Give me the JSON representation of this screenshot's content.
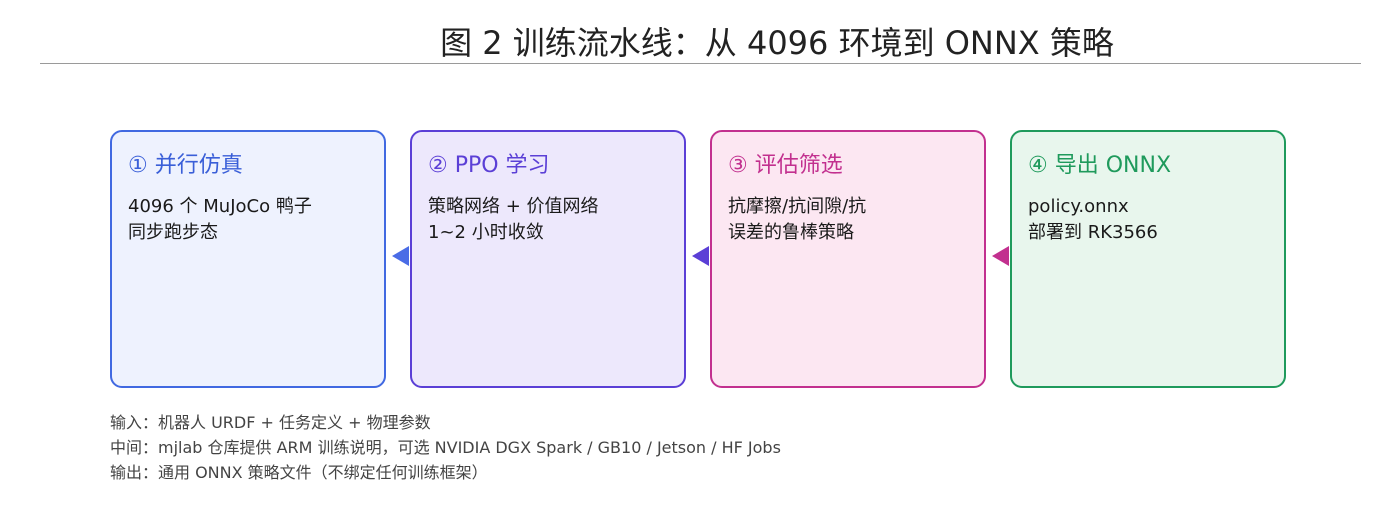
{
  "title": "图 2  训练流水线：从 4096 环境到 ONNX 策略",
  "stages": [
    {
      "title": "① 并行仿真",
      "lines": [
        "4096 个 MuJoCo 鸭子",
        "同步跑步态"
      ],
      "border": "#4169e1",
      "fill": "#eef2fe",
      "text": "#3a5fd8"
    },
    {
      "title": "② PPO 学习",
      "lines": [
        "策略网络 + 价值网络",
        "1~2 小时收敛"
      ],
      "border": "#5b3fd6",
      "fill": "#ede8fc",
      "text": "#5b3fd6"
    },
    {
      "title": "③ 评估筛选",
      "lines": [
        "抗摩擦/抗间隙/抗",
        "误差的鲁棒策略"
      ],
      "border": "#c2308f",
      "fill": "#fce7f2",
      "text": "#c2308f"
    },
    {
      "title": "④ 导出 ONNX",
      "lines": [
        "policy.onnx",
        "部署到 RK3566"
      ],
      "border": "#1f9a5c",
      "fill": "#e8f6ed",
      "text": "#1f9a5c"
    }
  ],
  "arrow_colors": [
    "#4a6ce6",
    "#5b3fd6",
    "#c2308f"
  ],
  "notes": [
    "输入：机器人 URDF + 任务定义 + 物理参数",
    "中间：mjlab 仓库提供 ARM 训练说明，可选 NVIDIA DGX Spark / GB10 / Jetson / HF Jobs",
    "输出：通用 ONNX 策略文件（不绑定任何训练框架）"
  ]
}
